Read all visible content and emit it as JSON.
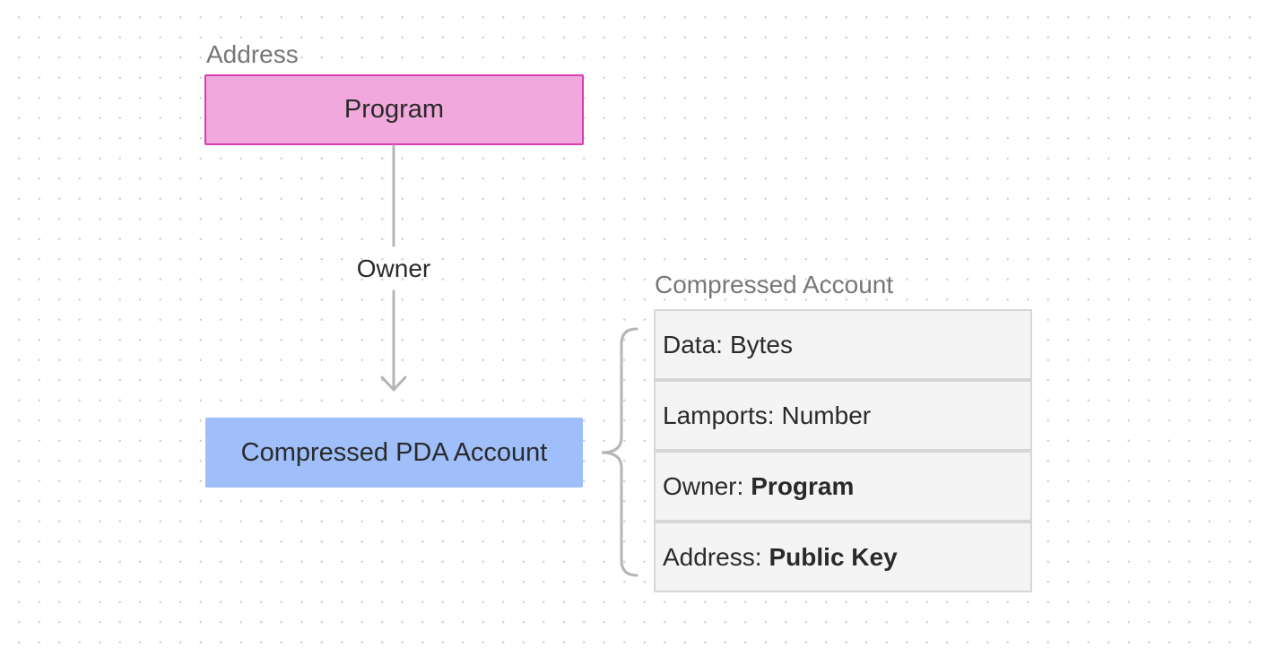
{
  "program_block": {
    "caption": "Address",
    "label": "Program"
  },
  "relationship": {
    "label": "Owner"
  },
  "pda_block": {
    "label": "Compressed PDA Account"
  },
  "account_structure": {
    "caption": "Compressed Account",
    "fields": [
      {
        "key": "Data:",
        "value": "Bytes",
        "bold": false
      },
      {
        "key": "Lamports:",
        "value": "Number",
        "bold": false
      },
      {
        "key": "Owner:",
        "value": "Program",
        "bold": true
      },
      {
        "key": "Address:",
        "value": "Public Key",
        "bold": true
      }
    ]
  },
  "colors": {
    "program_fill": "#f1a8dc",
    "program_border": "#d63fb1",
    "pda_fill": "#9fbefa",
    "field_fill": "#f4f4f4",
    "field_border": "#d6d6d6",
    "connector": "#b5b5b5",
    "caption_text": "#777777"
  }
}
